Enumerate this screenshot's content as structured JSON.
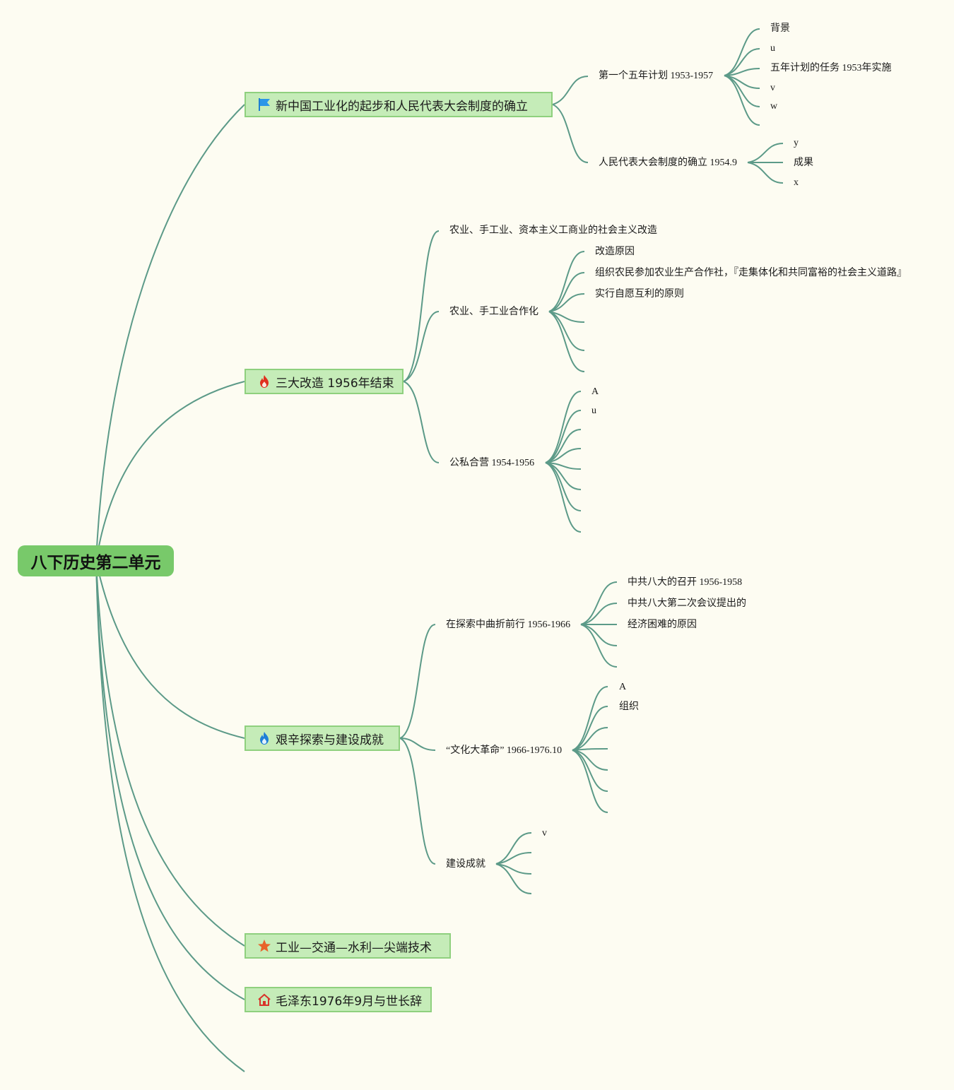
{
  "root": {
    "title": "八下历史第二单元"
  },
  "branches": [
    {
      "label": "新中国工业化的起步和人民代表大会制度的确立",
      "icon": "blue-flag-icon",
      "children": [
        {
          "label": "第一个五年计划 1953-1957",
          "children": [
            "背景",
            "u",
            "五年计划的任务 1953年实施",
            "v",
            "w"
          ]
        },
        {
          "label": "人民代表大会制度的确立 1954.9",
          "children": [
            "y",
            "成果",
            "x"
          ]
        }
      ]
    },
    {
      "label": "三大改造 1956年结束",
      "icon": "red-flame-icon",
      "children": [
        {
          "label": "农业、手工业、资本主义工商业的社会主义改造"
        },
        {
          "label": "农业、手工业合作化",
          "children": [
            "改造原因",
            "组织农民参加农业生产合作社，『走集体化和共同富裕的社会主义道路』",
            "实行自愿互利的原则"
          ]
        },
        {
          "label": "公私合营 1954-1956",
          "children": [
            "A",
            "u"
          ]
        }
      ]
    },
    {
      "label": "艰辛探索与建设成就",
      "icon": "blue-flame-icon",
      "children": [
        {
          "label": "在探索中曲折前行 1956-1966",
          "children": [
            "中共八大的召开 1956-1958",
            "中共八大第二次会议提出的",
            "经济困难的原因"
          ]
        },
        {
          "label": "“文化大革命” 1966-1976.10",
          "children": [
            "A",
            "组织"
          ]
        },
        {
          "label": "建设成就",
          "children": [
            "v"
          ]
        }
      ]
    },
    {
      "label": "工业—交通—水利—尖端技术",
      "icon": "orange-star-icon"
    },
    {
      "label": "毛泽东1976年9月与世长辞",
      "icon": "red-house-icon"
    }
  ],
  "colors": {
    "background": "#fdfcf2",
    "connector": "#5c9a88",
    "root_fill": "#78c96a",
    "branch_fill": "#c5ecb8",
    "branch_border": "#8fd07e"
  }
}
